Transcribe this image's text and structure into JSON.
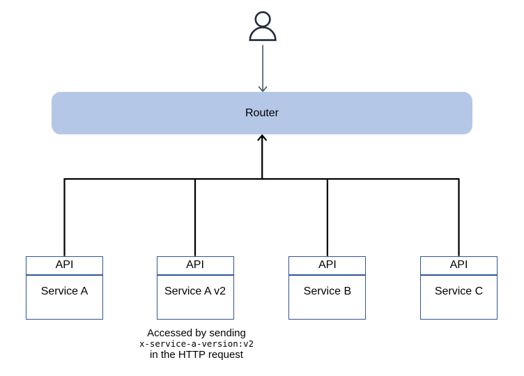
{
  "colors": {
    "router_fill": "#b4c7e7",
    "box_border": "#2f5496",
    "person_color": "#222b3a",
    "arrow_gray_color": "#44546a",
    "line_color": "#000000"
  },
  "router": {
    "label": "Router"
  },
  "services": [
    {
      "header": "API",
      "name": "Service A"
    },
    {
      "header": "API",
      "name": "Service A v2"
    },
    {
      "header": "API",
      "name": "Service B"
    },
    {
      "header": "API",
      "name": "Service C"
    }
  ],
  "annotation": {
    "line1": "Accessed by sending",
    "code": "x-service-a-version:v2",
    "line3": "in the HTTP request"
  }
}
